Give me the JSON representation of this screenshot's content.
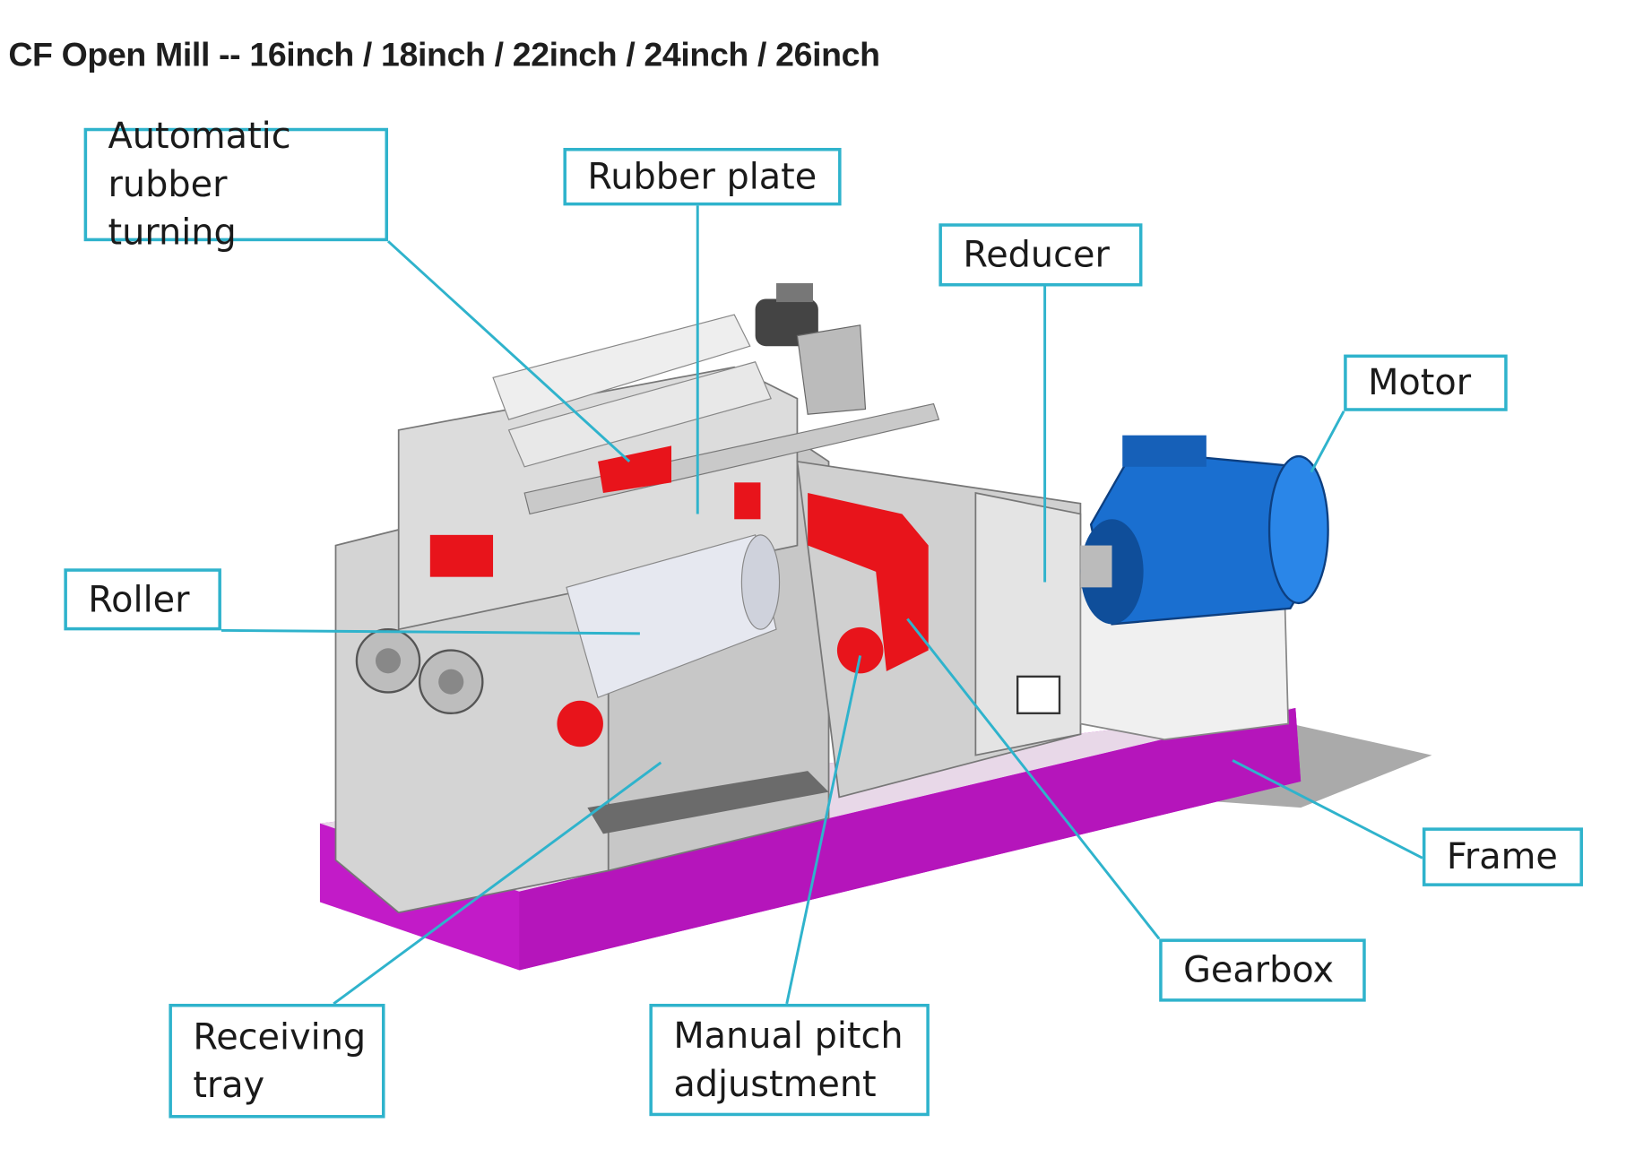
{
  "title": "CF Open Mill -- 16inch / 18inch / 22inch / 24inch / 26inch",
  "labels": {
    "auto_turning": [
      "Automatic",
      "rubber turning"
    ],
    "rubber_plate": "Rubber plate",
    "reducer": "Reducer",
    "motor": "Motor",
    "roller": "Roller",
    "frame": "Frame",
    "gearbox": "Gearbox",
    "receiving_tray": [
      "Receiving",
      "tray"
    ],
    "manual_pitch": [
      "Manual pitch",
      "adjustment"
    ]
  },
  "colors": {
    "callout": "#2fb3cc",
    "frame": "#c21bc8",
    "motor": "#1a6fd0",
    "parts": "#e8141b",
    "body": "#d9d9d9"
  }
}
